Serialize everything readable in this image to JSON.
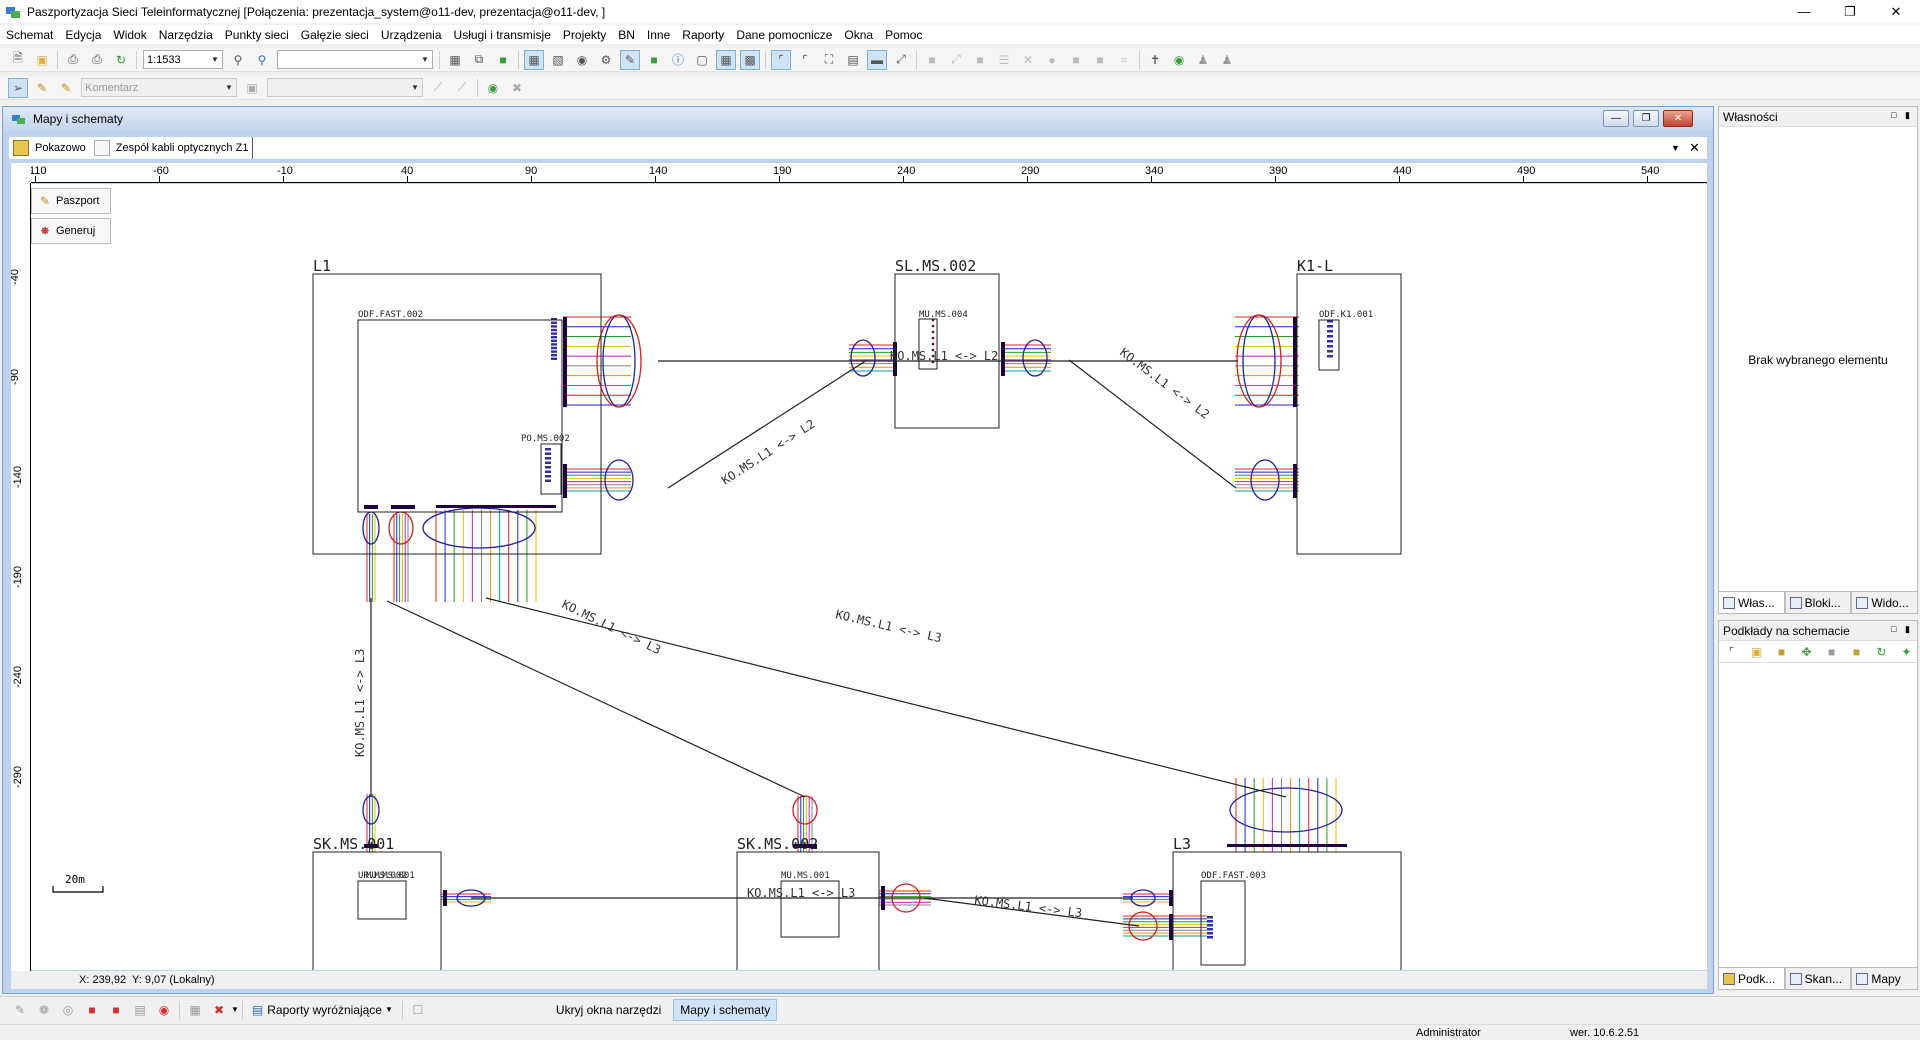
{
  "window": {
    "title": "Paszportyzacja Sieci Teleinformatycznej [Połączenia: prezentacja_system@o11-dev, prezentacja@o11-dev, ]",
    "icon": "app-network-icon",
    "controls": [
      "minimize-icon",
      "restore-icon",
      "close-icon"
    ]
  },
  "menu": [
    "Schemat",
    "Edycja",
    "Widok",
    "Narzędzia",
    "Punkty sieci",
    "Gałęzie sieci",
    "Urządzenia",
    "Usługi i transmisje",
    "Projekty",
    "BN",
    "Inne",
    "Raporty",
    "Dane pomocnicze",
    "Okna",
    "Pomoc"
  ],
  "toolbar1": {
    "scale_value": "1:1533",
    "search_value": ""
  },
  "toolbar2": {
    "comment_placeholder": "Komentarz",
    "layer_value": ""
  },
  "mdi": {
    "title": "Mapy i schematy",
    "tabs": [
      {
        "label": "Pokazowo",
        "icon": "map-icon"
      },
      {
        "label": "Zespół kabli optycznych Z1",
        "icon": "cable-bundle-icon"
      }
    ]
  },
  "ruler": {
    "top": [
      "110",
      "-60",
      "-10",
      "40",
      "90",
      "140",
      "190",
      "240",
      "290",
      "340",
      "390",
      "440",
      "490",
      "540"
    ],
    "left": [
      "-40",
      "-90",
      "-140",
      "-190",
      "-240",
      "-290"
    ]
  },
  "canvas_buttons": {
    "passport": "Paszport",
    "generate": "Generuj"
  },
  "schema": {
    "nodes": {
      "l1": "L1",
      "slms002": "SL.MS.002",
      "k1l": "K1-L",
      "skms001": "SK.MS.001",
      "skms002": "SK.MS.002",
      "l3": "L3"
    },
    "devices": {
      "odf_fast_002": "ODF.FAST.002",
      "po_ms_002": "PO.MS.002",
      "mu_ms_004": "MU.MS.004",
      "odf_k1_001": "ODF.K1.001",
      "ur_ms_002": "UR.MS.002",
      "mu_ms_001_a": "MU.MS.001",
      "mu_ms_001_b": "MU.MS.001",
      "odf_fast_003": "ODF.FAST.003"
    },
    "cables": {
      "l1_sl": "KO.MS.L1 <-> L2",
      "sl_label": "KO.MS.L1 <-> L2",
      "sl_k1": "KO.MS.L1 <-> L2",
      "l1_sk1": "KO.MS.L1 <-> L3",
      "l1_sk2": "KO.MS.L1 <-> L3",
      "l1_l3": "KO.MS.L1 <-> L3",
      "sk2_label": "KO.MS.L1 <-> L3",
      "sk2_l3": "KO.MS.L1 <-> L3"
    },
    "scale_bar": "20m"
  },
  "coords": "X: 239,92  Y: 9,07 (Lokalny)",
  "properties_panel": {
    "title": "Własności",
    "empty_text": "Brak wybranego elementu",
    "tabs": [
      "Włas...",
      "Bloki...",
      "Wido..."
    ]
  },
  "backgrounds_panel": {
    "title": "Podkłady na schemacie",
    "tabs": [
      "Podk...",
      "Skan...",
      "Mapy"
    ]
  },
  "bottom": {
    "reports": "Raporty wyróżniające",
    "hide_tools": "Ukryj okna narzędzi",
    "maps": "Mapy i schematy"
  },
  "status": {
    "user": "Administrator",
    "version": "wer. 10.6.2.51"
  },
  "colors": {
    "fiber": [
      "#e02020",
      "#2020d0",
      "#20a020",
      "#e0c000",
      "#c020c0",
      "#808080",
      "#ff8c00",
      "#00a0a0"
    ],
    "selection": "#cfe3f7",
    "mdi_border": "#7aa3d2"
  }
}
